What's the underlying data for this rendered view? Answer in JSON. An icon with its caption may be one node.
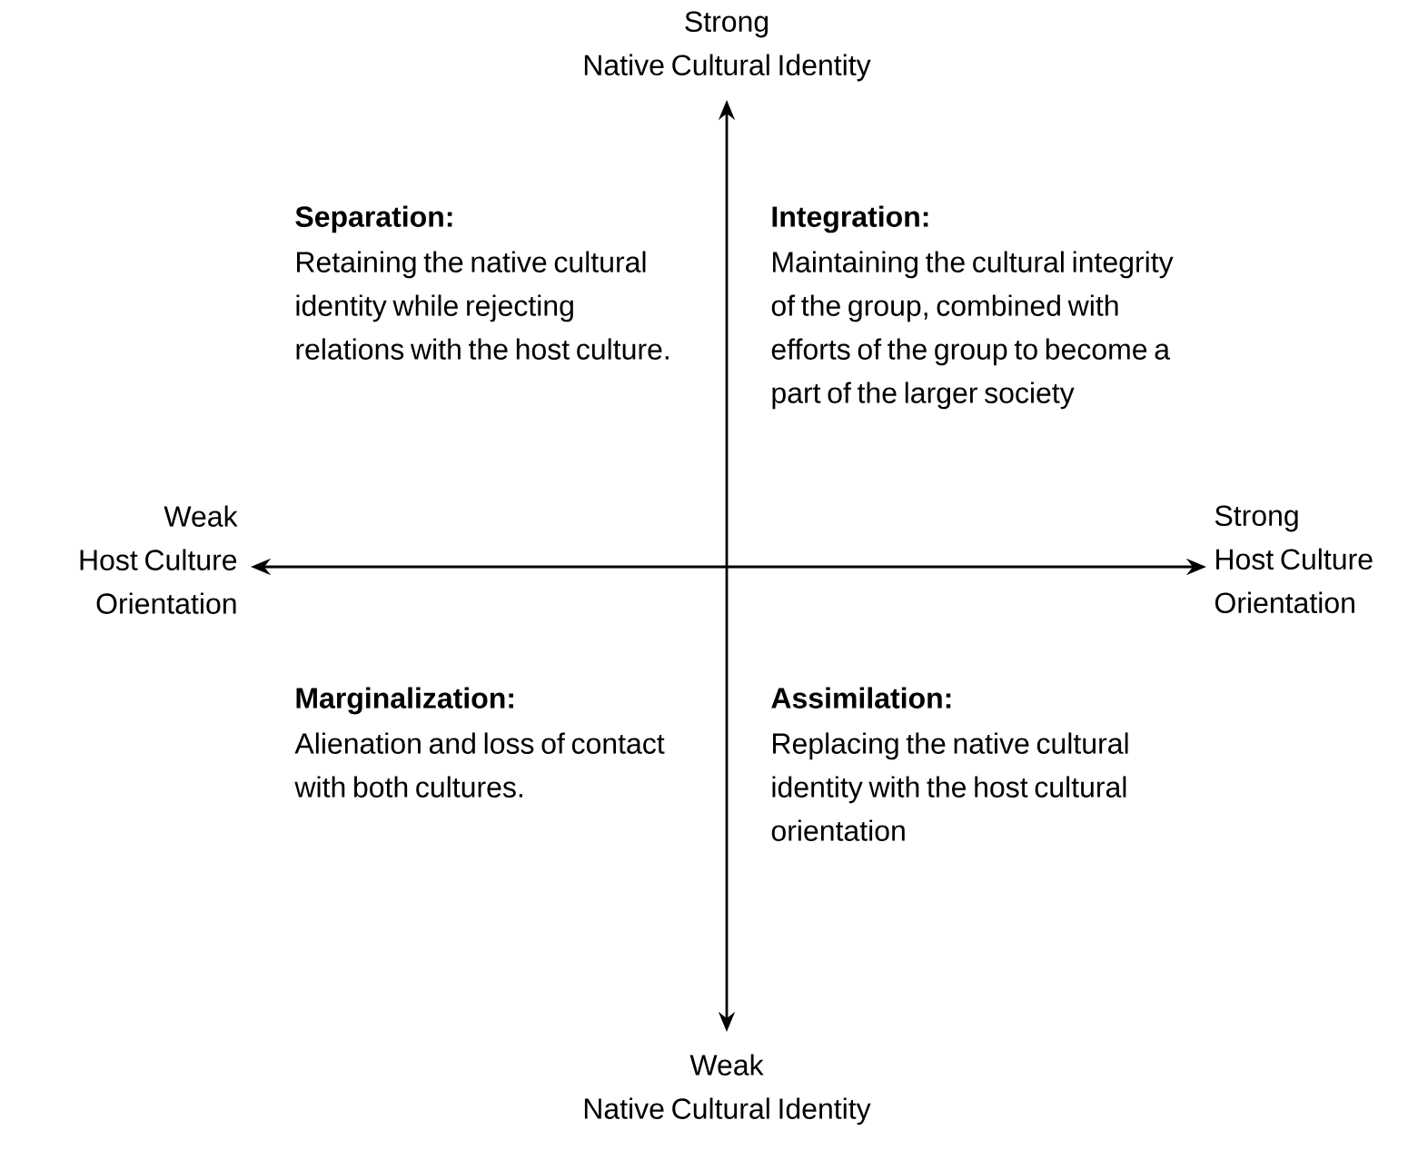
{
  "diagram": {
    "labels": [
      "Strong Native Cultural Identity",
      "Separation:",
      "Retaining the native cultural identity while rejecting relations with the host culture.",
      "Integration:",
      "Maintaining the cultural integrity of the group, combined with efforts of the group to become a part of the larger society",
      "Weak Host Culture Orientation",
      "Strong Host Culture Orientation",
      "Marginalization:",
      "Alienation and loss of contact with both cultures.",
      "Assimilation:",
      "Replacing the native cultural identity with the host cultural orientation",
      "Weak Native Cultural Identity"
    ]
  }
}
